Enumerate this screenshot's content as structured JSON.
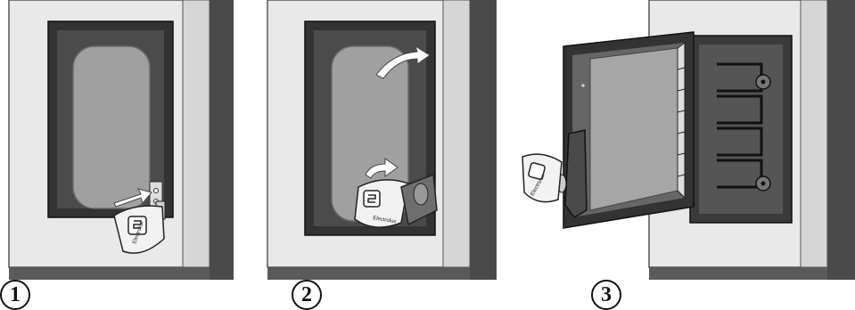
{
  "steps": [
    {
      "number": "1"
    },
    {
      "number": "2"
    },
    {
      "number": "3"
    }
  ],
  "key": {
    "brand_text": "Electrolux",
    "logo_icon": "electrolux-logo-icon"
  },
  "colors": {
    "cabinet": "#e6e6e6",
    "frame": "#3a3a3a",
    "glass": "#9a9a9a",
    "arrow": "#ffffff",
    "outline": "#1a1a1a"
  }
}
